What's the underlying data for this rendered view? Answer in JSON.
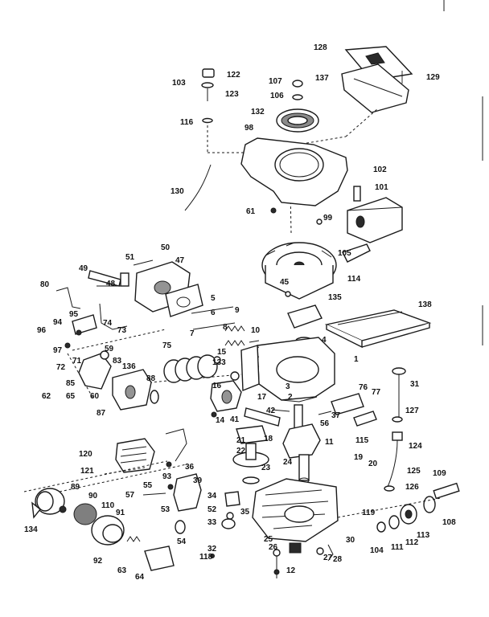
{
  "diagram": {
    "callouts": [
      "1",
      "2",
      "3",
      "4",
      "5",
      "6",
      "7",
      "8",
      "9",
      "10",
      "11",
      "12",
      "14",
      "15",
      "16",
      "17",
      "18",
      "19",
      "20",
      "21",
      "22",
      "23",
      "24",
      "25",
      "26",
      "27",
      "28",
      "30",
      "31",
      "32",
      "33",
      "34",
      "35",
      "36",
      "37",
      "39",
      "41",
      "42",
      "45",
      "47",
      "48",
      "49",
      "50",
      "51",
      "52",
      "53",
      "54",
      "55",
      "56",
      "57",
      "59",
      "60",
      "61",
      "62",
      "63",
      "64",
      "65",
      "71",
      "72",
      "73",
      "74",
      "75",
      "76",
      "77",
      "80",
      "83",
      "85",
      "87",
      "88",
      "89",
      "90",
      "91",
      "92",
      "93",
      "94",
      "95",
      "96",
      "97",
      "98",
      "99",
      "101",
      "102",
      "103",
      "104",
      "105",
      "106",
      "107",
      "108",
      "109",
      "110",
      "111",
      "112",
      "113",
      "114",
      "115",
      "116",
      "118",
      "119",
      "120",
      "121",
      "122",
      "123",
      "124",
      "125",
      "126",
      "127",
      "128",
      "129",
      "130",
      "132",
      "133",
      "134",
      "135",
      "136",
      "137",
      "138"
    ]
  }
}
